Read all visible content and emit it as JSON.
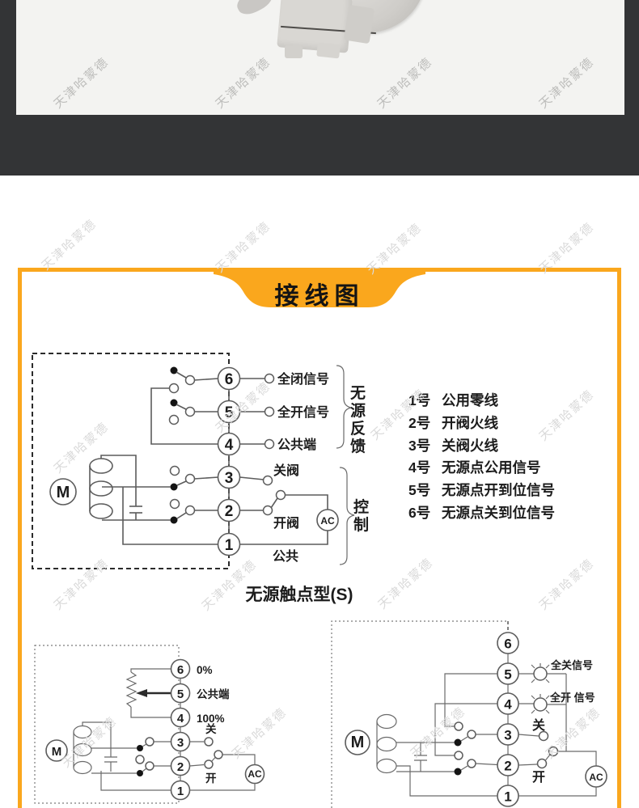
{
  "watermark": {
    "text": "天津哈蒙德"
  },
  "header": {
    "title": "接线图"
  },
  "main_diagram": {
    "terminals": [
      "6",
      "5",
      "4",
      "3",
      "2",
      "1"
    ],
    "label_t6": "全闭信号",
    "label_t5": "全开信号",
    "label_t4": "公共端",
    "label_t3": "关阀",
    "label_t2": "开阀",
    "label_t1": "公共",
    "group_feedback": "无源反馈",
    "group_control": "控制",
    "motor": "M",
    "ac": "AC"
  },
  "terminal_list": {
    "items": [
      {
        "no": "1号",
        "desc": "公用零线"
      },
      {
        "no": "2号",
        "desc": "开阀火线"
      },
      {
        "no": "3号",
        "desc": "关阀火线"
      },
      {
        "no": "4号",
        "desc": "无源点公用信号"
      },
      {
        "no": "5号",
        "desc": "无源点开到位信号"
      },
      {
        "no": "6号",
        "desc": "无源点关到位信号"
      }
    ]
  },
  "caption": "无源触点型(S)",
  "pot_diagram": {
    "terminals": [
      "6",
      "5",
      "4",
      "3",
      "2",
      "1"
    ],
    "label_t6": "0%",
    "label_t5": "公共端",
    "label_t4": "100%",
    "label_t3": "关",
    "label_t2": "开",
    "motor": "M",
    "ac": "AC"
  },
  "lamp_diagram": {
    "terminals": [
      "6",
      "5",
      "4",
      "3",
      "2",
      "1"
    ],
    "label_t5": "全关信号",
    "label_t4": "全开 信号",
    "label_t3": "关",
    "label_t2": "开",
    "motor": "M",
    "ac": "AC"
  },
  "colors": {
    "accent_orange": "#FAA71D",
    "band_dark": "#333436",
    "photo_bg": "#F3F3F1"
  }
}
